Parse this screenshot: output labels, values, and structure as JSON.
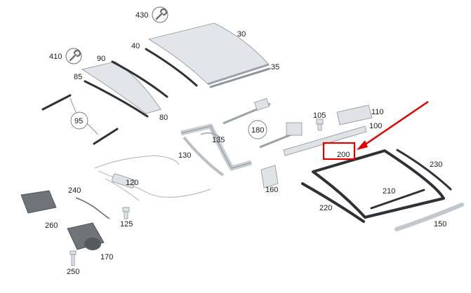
{
  "diagram": {
    "labels": {
      "p430": "430",
      "p30": "30",
      "p40": "40",
      "p35": "35",
      "p410": "410",
      "p90": "90",
      "p85": "85",
      "p80": "80",
      "p95": "95",
      "p105": "105",
      "p110": "110",
      "p100": "100",
      "p180": "180",
      "p135": "135",
      "p130": "130",
      "p200": "200",
      "p230": "230",
      "p120": "120",
      "p160": "160",
      "p210": "210",
      "p240": "240",
      "p220": "220",
      "p260": "260",
      "p125": "125",
      "p150": "150",
      "p170": "170",
      "p250": "250"
    },
    "colors": {
      "highlight": "#e00000",
      "arrow": "#e00000",
      "glass": "#e2e6e9",
      "seal": "#2e3236"
    },
    "icons": {
      "service_430": "wrench-icon",
      "service_410": "wrench-icon"
    }
  }
}
